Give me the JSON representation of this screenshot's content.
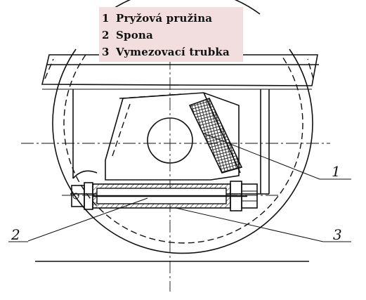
{
  "legend": {
    "items": [
      {
        "number": "1",
        "label": "Pryžová pružina"
      },
      {
        "number": "2",
        "label": "Spona"
      },
      {
        "number": "3",
        "label": "Vymezovací trubka"
      }
    ],
    "background": "#f2dede"
  },
  "callouts": {
    "c1": "1",
    "c2": "2",
    "c3": "3"
  }
}
